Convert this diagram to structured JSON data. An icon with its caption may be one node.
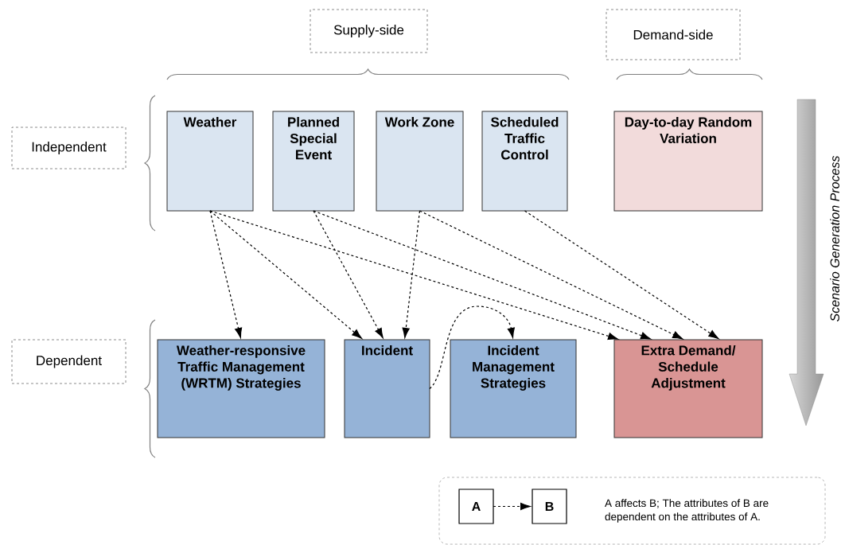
{
  "diagram": {
    "nodes": [
      {
        "text": [
          "Supply-side"
        ]
      },
      {
        "text": [
          "Demand-side"
        ]
      },
      {
        "text": [
          "Independent"
        ]
      },
      {
        "text": [
          "Dependent"
        ]
      },
      {
        "text": [
          "Weather"
        ]
      },
      {
        "text": [
          "Planned Special Event"
        ]
      },
      {
        "text": [
          "Work Zone"
        ]
      },
      {
        "text": [
          "Scheduled Traffic Control"
        ]
      },
      {
        "text": [
          "Day-to-day Random Variation"
        ]
      },
      {
        "text": [
          "Weather-responsive Traffic Management (WRTM) Strategies"
        ]
      },
      {
        "text": [
          "Incident"
        ]
      },
      {
        "text": [
          "Incident Management Strategies"
        ]
      },
      {
        "text": [
          "Extra Demand/ Schedule Adjustment"
        ]
      },
      {
        "text": [
          "A affects B; The attributes of B are dependent on the attributes of A."
        ]
      },
      {
        "text": [
          "A"
        ],
        "in": 13
      },
      {
        "text": [
          "B"
        ],
        "in": 13
      }
    ],
    "edges": [
      {
        "from": 4,
        "to": 9,
        "arrow": "to"
      },
      {
        "from": 4,
        "to": 10,
        "arrow": "to"
      },
      {
        "from": 4,
        "to": 12,
        "arrow": "to"
      },
      {
        "from": 5,
        "to": 10,
        "arrow": "to"
      },
      {
        "from": 5,
        "to": 12,
        "arrow": "to"
      },
      {
        "from": 6,
        "to": 10,
        "arrow": "to"
      },
      {
        "from": 6,
        "to": 12,
        "arrow": "to"
      },
      {
        "from": 7,
        "to": 12,
        "arrow": "to"
      },
      {
        "from": 10,
        "to": 11,
        "arrow": "to"
      },
      {
        "from": 14,
        "to": 15,
        "arrow": "to"
      }
    ],
    "labels": [
      "Scenario Generation Process"
    ]
  }
}
